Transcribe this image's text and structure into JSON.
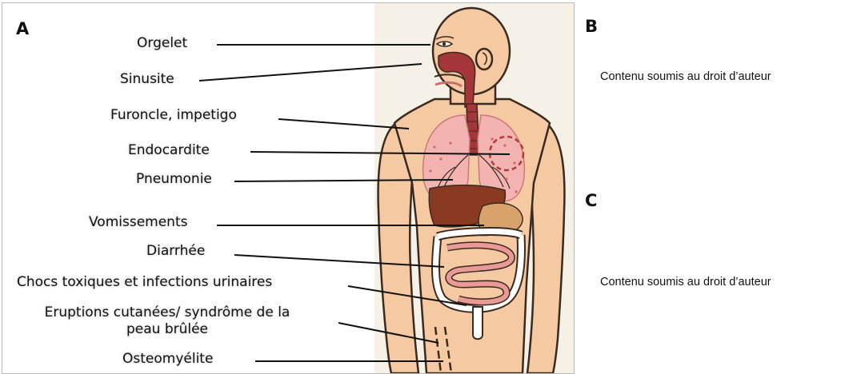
{
  "panel_letters": {
    "a": "A",
    "b": "B",
    "c": "C"
  },
  "labels": {
    "orgelet": "Orgelet",
    "sinusite": "Sinusite",
    "furoncle": "Furoncle, impetigo",
    "endocardite": "Endocardite",
    "pneumonie": "Pneumonie",
    "vomissements": "Vomissements",
    "diarrhee": "Diarrhée",
    "chocs": "Chocs toxiques et infections urinaires",
    "eruptions_line1": "Eruptions cutanées/ syndrôme de la",
    "eruptions_line2": "peau brûlée",
    "osteomyelite": "Osteomyélite"
  },
  "copyright": {
    "b": "Contenu soumis au droit d’auteur",
    "c": "Contenu soumis au droit d’auteur"
  },
  "colors": {
    "skin": "#f5c9a1",
    "outline": "#3a2a20",
    "lung": "#f3b3b0",
    "lung_dots": "#d2696a",
    "trachea": "#a4363a",
    "liver": "#8a3a22",
    "stomach": "#d8a36b",
    "intestine": "#e99a96",
    "panel_bg": "#f6f1e6"
  }
}
